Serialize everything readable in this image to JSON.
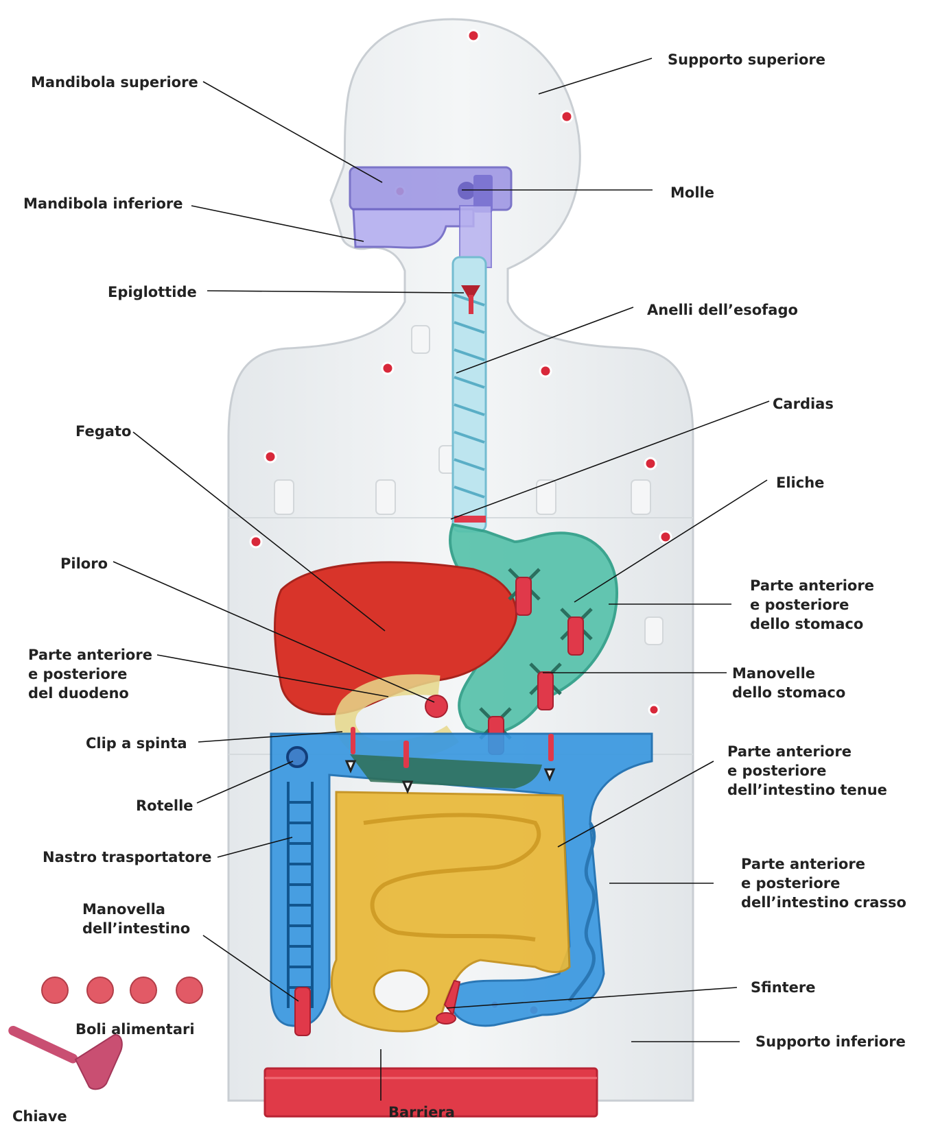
{
  "labels": {
    "supporto_superiore": "Supporto superiore",
    "mandibola_superiore": "Mandibola superiore",
    "molle": "Molle",
    "mandibola_inferiore": "Mandibola inferiore",
    "epiglottide": "Epiglottide",
    "anelli_esofago": "Anelli dell’esofago",
    "cardias": "Cardias",
    "fegato": "Fegato",
    "eliche": "Eliche",
    "piloro": "Piloro",
    "stomaco": [
      "Parte anteriore",
      "e posteriore",
      "dello stomaco"
    ],
    "duodeno": [
      "Parte anteriore",
      "e posteriore",
      "del duodeno"
    ],
    "manovelle_stomaco": [
      "Manovelle",
      "dello stomaco"
    ],
    "clip_spinta": "Clip a spinta",
    "intestino_tenue": [
      "Parte anteriore",
      "e posteriore",
      "dell’intestino tenue"
    ],
    "rotelle": "Rotelle",
    "nastro": "Nastro trasportatore",
    "intestino_crasso": [
      "Parte anteriore",
      "e posteriore",
      "dell’intestino crasso"
    ],
    "manovella_intestino": [
      "Manovella",
      "dell’intestino"
    ],
    "sfintere": "Sfintere",
    "boli": "Boli alimentari",
    "supporto_inferiore": "Supporto inferiore",
    "chiave": "Chiave",
    "barriera": "Barriera"
  },
  "colors": {
    "body_panel": "#eef1f3",
    "jaw": "#8d86d6",
    "esophagus": "#a9dbe9",
    "stomach": "#4dbfa6",
    "liver": "#d9332c",
    "small_intestine": "#e8b93a",
    "large_intestine": "#2f8fd8",
    "red_parts": "#e0394a",
    "bolus": "#e25a66",
    "key": "#c94f72"
  }
}
